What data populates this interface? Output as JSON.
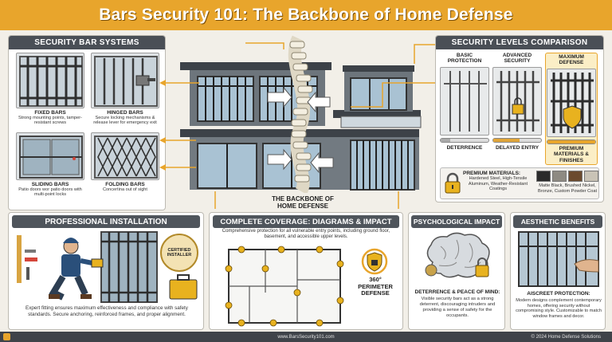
{
  "title": "Bars Security 101: The Backbone of Home Defense",
  "systems": {
    "header": "SECURITY BAR SYSTEMS",
    "items": [
      {
        "title": "FIXED BARS",
        "desc": "Strong mounting points, tamper-resistant screws"
      },
      {
        "title": "HINGED BARS",
        "desc": "Secure locking mechanisms & release lever for emergency exit"
      },
      {
        "title": "SLIDING BARS",
        "desc": "Patio doors wor patio doors with multi-point locks"
      },
      {
        "title": "FOLDING BARS",
        "desc": "Concertina out of sight"
      }
    ]
  },
  "center": {
    "caption_line1": "THE BACKBONE OF",
    "caption_line2": "HOME DEFENSE"
  },
  "levels": {
    "header": "SECURITY LEVELS COMPARISON",
    "items": [
      {
        "title": "BASIC PROTECTION",
        "label": "DETERRENCE"
      },
      {
        "title": "ADVANCED SECURITY",
        "label": "DELAYED ENTRY"
      },
      {
        "title": "MAXIMUM DEFENSE",
        "label": "PREMIUM MATERIALS & FINISHES"
      }
    ],
    "materials_title": "PREMIUM MATERIALS:",
    "materials_desc": "Hardened Steel, High-Tensile Aluminum, Weather-Resistant Coatings",
    "finishes_desc": "Matte Black, Brushed Nickel, Bronze, Custom Powder Coat",
    "finish_colors": [
      "#2b2b2b",
      "#8e8a82",
      "#6b4a2e",
      "#c9c3b6"
    ]
  },
  "installation": {
    "header": "PROFESSIONAL INSTALLATION",
    "badge_line1": "CERTIFIED",
    "badge_line2": "INSTALLER",
    "desc": "Expert fitting ensures maximum effectiveness and compliance with safety standards. Secure anchoring, reinforced frames, and proper alignment."
  },
  "coverage": {
    "header": "COMPLETE COVERAGE: DIAGRAMS & IMPACT",
    "desc": "Comprehensive protection for all vulnerable entry points, including ground floor, basement, and accessible upper levels.",
    "badge_value": "360°",
    "badge_line1": "PERIMETER",
    "badge_line2": "DEFENSE"
  },
  "psych": {
    "header": "PSYCHOLOGICAL IMPACT",
    "subtitle": "DETERRENCE & PEACE OF MIND:",
    "desc": "Visible security bars act as a strong deterrent, discouraging intruders and providing a sense of safety for the occupants."
  },
  "aesthetic": {
    "header": "AESTHETIC BENEFITS",
    "subtitle": "AISCREET PROTECTION:",
    "desc": "Modern designs complement contemporary homes, offering security without compromising style. Customizable to match window frames and decor."
  },
  "footer": {
    "url": "www.BarsSecurity101.com",
    "copyright": "© 2024 Home Defense Solutions"
  },
  "colors": {
    "accent": "#e8a52c",
    "header_bg": "#4a4f56",
    "lock": "#e8b21f"
  }
}
